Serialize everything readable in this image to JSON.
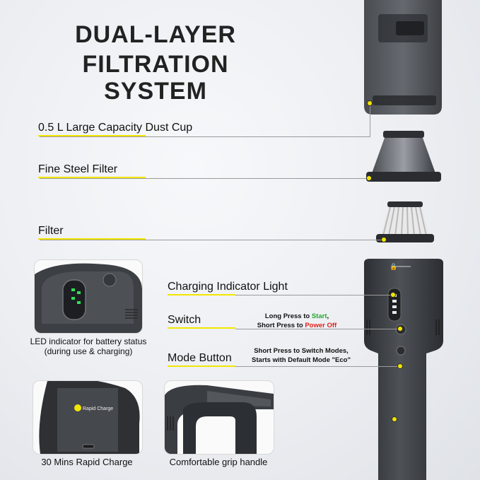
{
  "title": {
    "line1": "DUAL-LAYER",
    "line2": "FILTRATION SYSTEM"
  },
  "labels": {
    "dust_cup": "0.5 L Large Capacity Dust Cup",
    "steel_filter": "Fine Steel Filter",
    "filter": "Filter",
    "charging_light": "Charging Indicator Light",
    "switch": "Switch",
    "mode_button": "Mode Button"
  },
  "notes": {
    "switch_prefix_1": "Long Press to ",
    "switch_start": "Start",
    "switch_suffix_1": ",",
    "switch_prefix_2": "Short Press to ",
    "switch_power_off": "Power Off",
    "mode_line1": "Short Press to Switch Modes,",
    "mode_line2": "Starts with Default Mode \"Eco\""
  },
  "captions": {
    "led_line1": "LED indicator for battery status",
    "led_line2": "(during use & charging)",
    "rapid_charge": "30 Mins Rapid Charge",
    "grip": "Comfortable grip handle",
    "rapid_badge": "Rapid Charge"
  },
  "colors": {
    "accent_yellow": "#f2e600",
    "start_green": "#1faa2b",
    "power_off_red": "#e0211a",
    "device_body": "#3a3d42"
  }
}
